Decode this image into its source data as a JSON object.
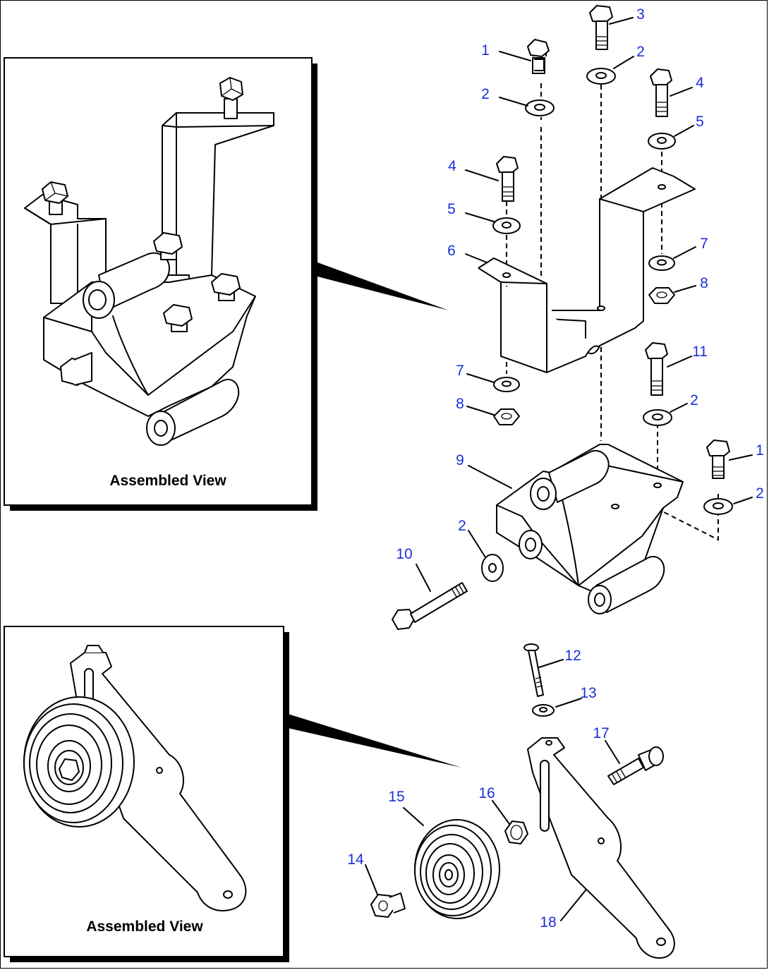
{
  "insets": {
    "top_caption": "Assembled View",
    "bottom_caption": "Assembled View"
  },
  "callouts": [
    {
      "id": "c1a",
      "label": "1"
    },
    {
      "id": "c2a",
      "label": "2"
    },
    {
      "id": "c3",
      "label": "3"
    },
    {
      "id": "c2b",
      "label": "2"
    },
    {
      "id": "c4a",
      "label": "4"
    },
    {
      "id": "c5a",
      "label": "5"
    },
    {
      "id": "c4b",
      "label": "4"
    },
    {
      "id": "c5b",
      "label": "5"
    },
    {
      "id": "c6",
      "label": "6"
    },
    {
      "id": "c7a",
      "label": "7"
    },
    {
      "id": "c8a",
      "label": "8"
    },
    {
      "id": "c7b",
      "label": "7"
    },
    {
      "id": "c8b",
      "label": "8"
    },
    {
      "id": "c11",
      "label": "11"
    },
    {
      "id": "c2c",
      "label": "2"
    },
    {
      "id": "c1b",
      "label": "1"
    },
    {
      "id": "c2d",
      "label": "2"
    },
    {
      "id": "c9",
      "label": "9"
    },
    {
      "id": "c2e",
      "label": "2"
    },
    {
      "id": "c10",
      "label": "10"
    },
    {
      "id": "c12",
      "label": "12"
    },
    {
      "id": "c13",
      "label": "13"
    },
    {
      "id": "c17",
      "label": "17"
    },
    {
      "id": "c15",
      "label": "15"
    },
    {
      "id": "c16",
      "label": "16"
    },
    {
      "id": "c14",
      "label": "14"
    },
    {
      "id": "c18",
      "label": "18"
    }
  ]
}
